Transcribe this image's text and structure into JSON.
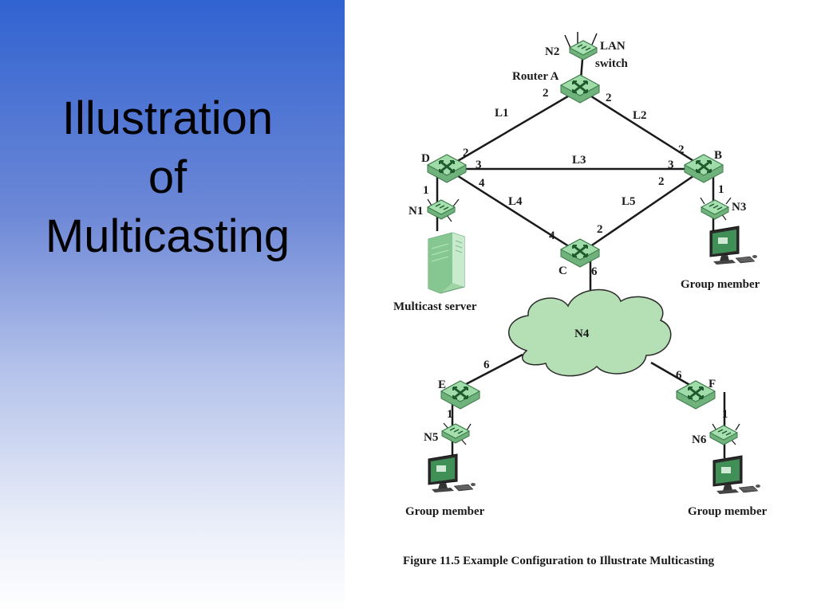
{
  "slide": {
    "title_lines": [
      "Illustration",
      "of",
      "Multicasting"
    ]
  },
  "figure": {
    "caption": "Figure 11.5  Example Configuration to Illustrate Multicasting",
    "routers": {
      "a": "Router A",
      "b": "B",
      "c": "C",
      "d": "D",
      "e": "E",
      "f": "F"
    },
    "networks": {
      "n1": "N1",
      "n2": "N2",
      "n3": "N3",
      "n4": "N4",
      "n5": "N5",
      "n6": "N6"
    },
    "lan_switch": [
      "LAN",
      "switch"
    ],
    "links": {
      "l1": "L1",
      "l2": "L2",
      "l3": "L3",
      "l4": "L4",
      "l5": "L5"
    },
    "ports": {
      "a_left": "2",
      "a_right": "2",
      "d_up": "2",
      "d_right": "3",
      "d_down": "4",
      "d_n1": "1",
      "b_up": "2",
      "b_left": "3",
      "b_down": "2",
      "b_n3": "1",
      "c_up": "2",
      "c_left": "4",
      "c_n4": "6",
      "e_n4": "6",
      "e_n5": "1",
      "f_n4": "6",
      "f_n6": "1"
    },
    "hosts": {
      "server": "Multicast server",
      "member_b": "Group member",
      "member_e": "Group member",
      "member_f": "Group member"
    }
  },
  "colors": {
    "device_green": "#8fd49b",
    "cloud_green": "#b5dfb5",
    "link": "#1a1a1a"
  }
}
